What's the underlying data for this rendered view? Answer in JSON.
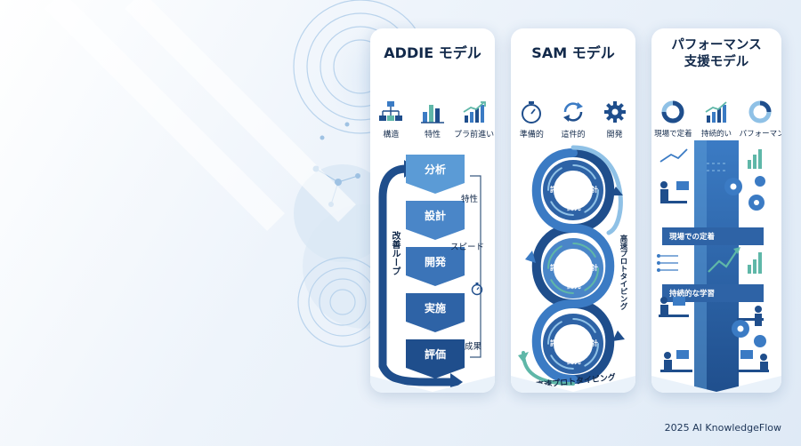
{
  "addie": {
    "title": "ADDIE モデル",
    "icon_labels": [
      "構造",
      "特性",
      "プラ前進い"
    ],
    "icons": [
      "hierarchy-icon",
      "bar-chart-icon",
      "growth-chart-icon"
    ],
    "steps": [
      "分析",
      "設計",
      "開発",
      "実施",
      "評価"
    ],
    "side_labels": [
      "特性",
      "スピード",
      "成果"
    ],
    "loop_label": "改善ループ",
    "timer_icon": "stopwatch-icon"
  },
  "sam": {
    "title": "SAM モデル",
    "icon_labels": [
      "準備的",
      "這件的",
      "開発"
    ],
    "icons": [
      "timer-icon",
      "cycle-icon",
      "gear-icon"
    ],
    "cycles": [
      {
        "top": "準備",
        "left": "評価",
        "right": "設計",
        "bottom": "開発"
      },
      {
        "top": "評価",
        "left": "評価",
        "right": "設計",
        "bottom": "開発"
      },
      {
        "top": "評価",
        "left": "評価",
        "right": "設計",
        "bottom": "開発"
      }
    ],
    "side_label": "高速プロトタイピング",
    "bottom_label": "高速プロトタイピング"
  },
  "perf": {
    "title_line1": "パフォーマンス",
    "title_line2": "支援モデル",
    "icon_labels": [
      "現場で定着",
      "持続的い",
      "パフォーマンス"
    ],
    "icons": [
      "donut-chart-icon",
      "growth-chart-icon",
      "donut-chart-icon"
    ],
    "tags": [
      "現場での定着",
      "持続的な学習"
    ]
  },
  "footer": "2025 AI KnowledgeFlow",
  "colors": {
    "dark_blue": "#1f4e8c",
    "mid_blue": "#3b7bc4",
    "light_blue": "#8fc1e6",
    "teal": "#5fb7a8"
  }
}
